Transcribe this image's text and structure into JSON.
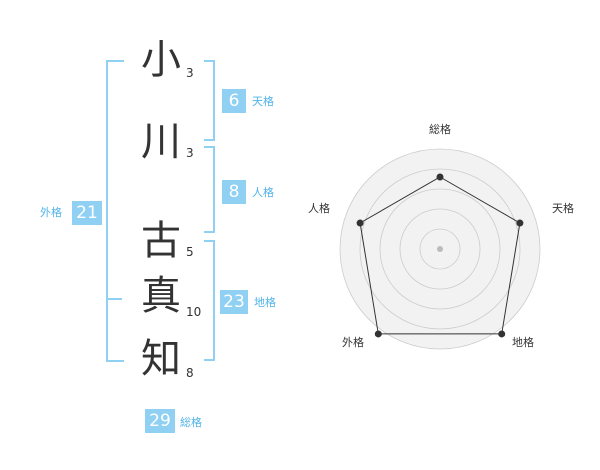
{
  "name": {
    "chars": [
      {
        "char": "小",
        "strokes": "3"
      },
      {
        "char": "川",
        "strokes": "3"
      },
      {
        "char": "古",
        "strokes": "5"
      },
      {
        "char": "真",
        "strokes": "10"
      },
      {
        "char": "知",
        "strokes": "8"
      }
    ]
  },
  "kaku": {
    "tenkaku": {
      "value": "6",
      "label": "天格"
    },
    "jinkaku": {
      "value": "8",
      "label": "人格"
    },
    "chikaku": {
      "value": "23",
      "label": "地格"
    },
    "gaikaku": {
      "value": "21",
      "label": "外格"
    },
    "soukaku": {
      "value": "29",
      "label": "総格"
    }
  },
  "chart_data": {
    "type": "radar",
    "axes": [
      "総格",
      "天格",
      "地格",
      "外格",
      "人格"
    ],
    "rings": 5,
    "values": [
      0.72,
      0.84,
      1.05,
      1.05,
      0.84
    ],
    "colors": {
      "ring_fill": "#f2f2f2",
      "ring_stroke": "#cccccc",
      "line": "#333333",
      "point": "#333333",
      "center": "#bbbbbb"
    }
  },
  "colors": {
    "accent": "#8fd0f3",
    "accent_text": "#4fb3ea",
    "text": "#333333"
  }
}
